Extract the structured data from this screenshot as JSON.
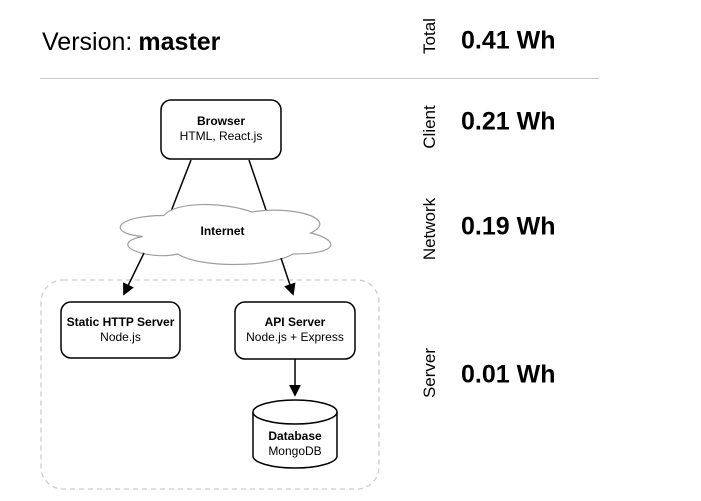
{
  "header": {
    "version_label": "Version:",
    "version_value": "master"
  },
  "metrics": [
    {
      "label": "Total",
      "value": "0.41 Wh"
    },
    {
      "label": "Client",
      "value": "0.21 Wh"
    },
    {
      "label": "Network",
      "value": "0.19 Wh"
    },
    {
      "label": "Server",
      "value": "0.01 Wh"
    }
  ],
  "diagram": {
    "browser": {
      "title": "Browser",
      "subtitle": "HTML, React.js"
    },
    "internet": {
      "title": "Internet"
    },
    "static_server": {
      "title": "Static HTTP Server",
      "subtitle": "Node.js"
    },
    "api_server": {
      "title": "API Server",
      "subtitle": "Node.js + Express"
    },
    "database": {
      "title": "Database",
      "subtitle": "MongoDB"
    }
  },
  "colors": {
    "text": "#000000",
    "separator": "#c4c4c4",
    "dashed_border": "#cccccc",
    "cloud_outline": "#9e9e9e",
    "node_border": "#000000"
  }
}
